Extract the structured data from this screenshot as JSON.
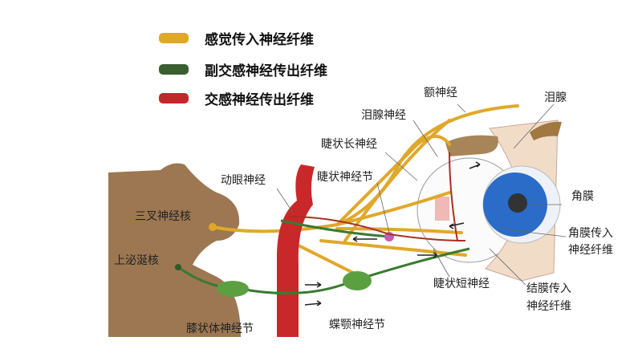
{
  "legend": [
    {
      "label": "感觉传入神经纤维",
      "color": "#e0a82a"
    },
    {
      "label": "副交感神经传出纤维",
      "color": "#3a5e30"
    },
    {
      "label": "交感神经传出纤维",
      "color": "#c0282a"
    }
  ],
  "labels": {
    "frontal_nerve": "额神经",
    "lacrimal_nerve": "泪腺神经",
    "lacrimal_gland": "泪腺",
    "long_ciliary": "睫状长神经",
    "oculomotor": "动眼神经",
    "ciliary_ganglion": "睫状神经节",
    "trigeminal_nucleus": "三叉神经核",
    "cornea": "角膜",
    "corneal_afferent_1": "角膜传入",
    "corneal_afferent_2": "神经纤维",
    "salivatory_nucleus": "上泌涎核",
    "short_ciliary": "睫状短神经",
    "conj_afferent_1": "结膜传入",
    "conj_afferent_2": "神经纤维",
    "geniculate": "膝状体神经节",
    "pterygopalatine": "蝶颚神经节"
  }
}
